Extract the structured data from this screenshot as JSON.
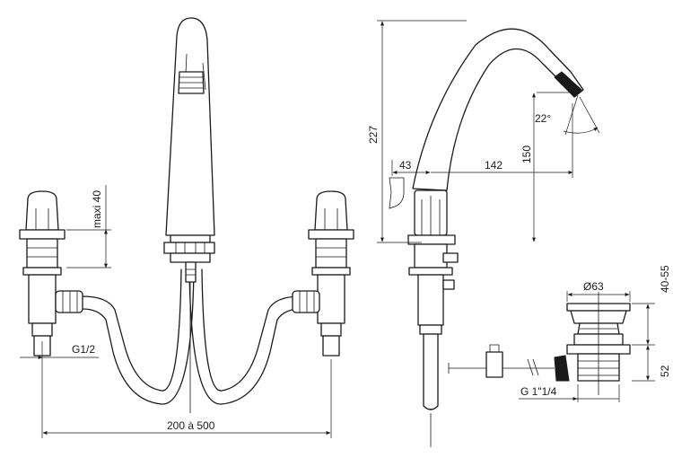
{
  "drawing": {
    "labels": {
      "maxi_height": "maxi 40",
      "inlet_thread": "G1/2",
      "spacing": "200 à 500",
      "total_height": "227",
      "rear_offset": "43",
      "reach": "142",
      "spout_height": "150",
      "spout_angle": "22°",
      "drain_diameter": "Ø63",
      "drain_height_range": "40-55",
      "drain_body": "52",
      "drain_thread": "G 1\"1/4"
    }
  }
}
